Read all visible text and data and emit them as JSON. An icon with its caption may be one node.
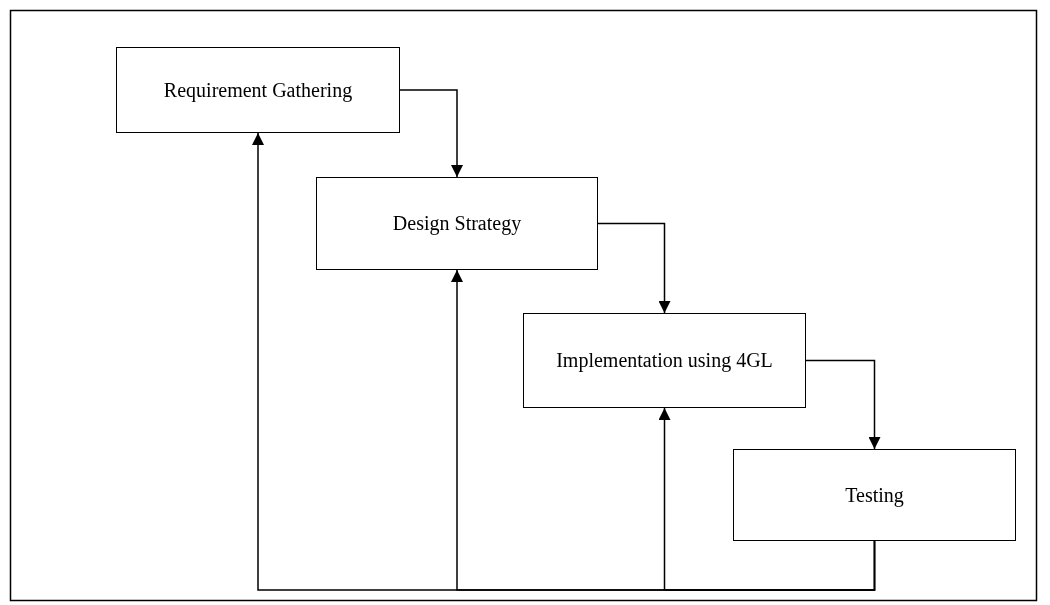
{
  "diagram": {
    "nodes": [
      {
        "text": [
          "Requirement Gathering"
        ]
      },
      {
        "text": [
          "Design Strategy"
        ]
      },
      {
        "text": [
          "Implementation using 4GL"
        ]
      },
      {
        "text": [
          "Testing"
        ]
      }
    ],
    "edges": [
      {
        "from": 0,
        "to": 1,
        "arrow": "to"
      },
      {
        "from": 1,
        "to": 2,
        "arrow": "to"
      },
      {
        "from": 2,
        "to": 3,
        "arrow": "to"
      },
      {
        "from": 3,
        "to": 0,
        "arrow": "to"
      },
      {
        "from": 3,
        "to": 1,
        "arrow": "to"
      },
      {
        "from": 3,
        "to": 2,
        "arrow": "to"
      }
    ]
  }
}
